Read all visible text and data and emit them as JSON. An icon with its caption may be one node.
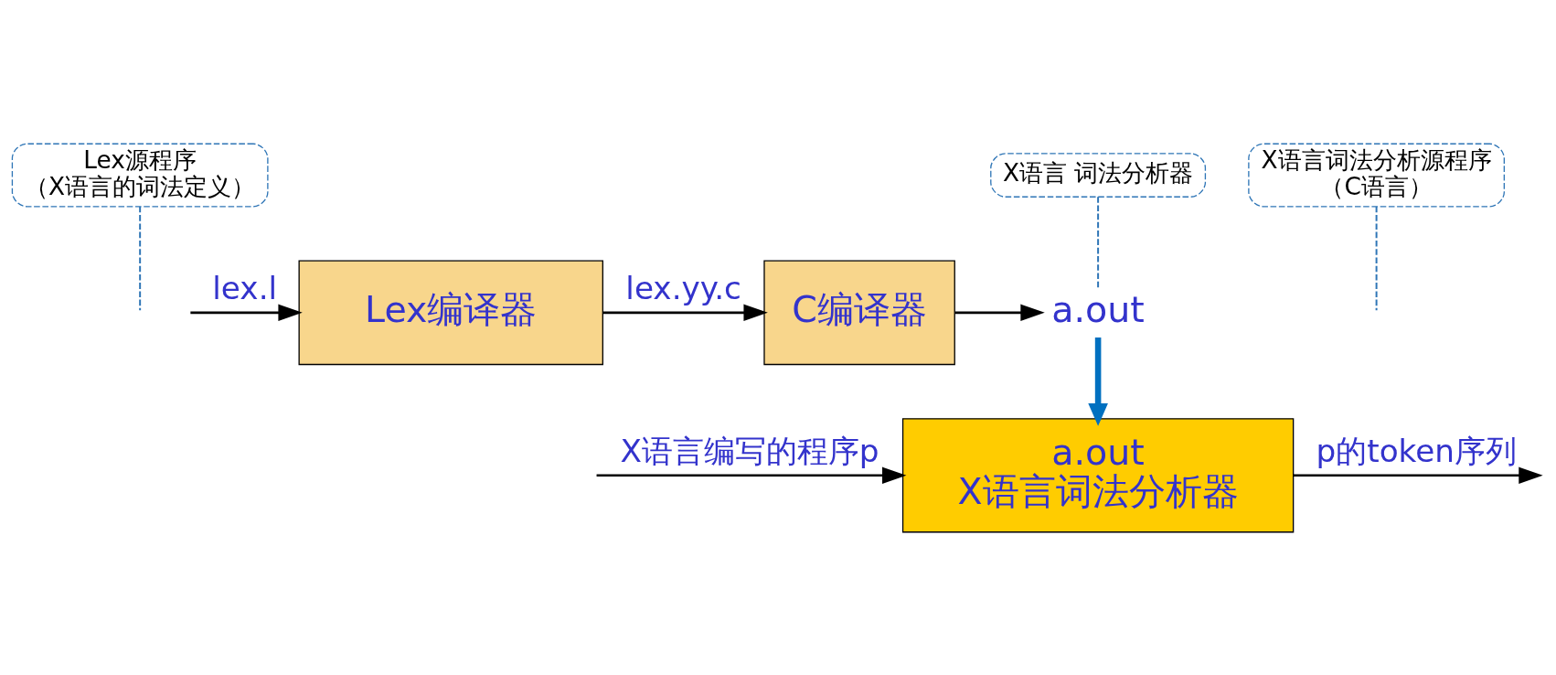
{
  "diagram": {
    "nodes": [
      {
        "text": [
          "Lex源程序",
          "（X语言的词法定义）"
        ]
      },
      {
        "text": [
          "Lex编译器"
        ]
      },
      {
        "text": [
          "X语言词法分析源程序",
          "（C语言）"
        ]
      },
      {
        "text": [
          "C编译器"
        ]
      },
      {
        "text": [
          "X语言 词法分析器"
        ]
      },
      {
        "text": [
          "a.out"
        ]
      },
      {
        "text": [
          "a.out",
          "X语言词法分析器"
        ]
      }
    ],
    "edges": [
      {
        "from": 0,
        "to": null,
        "arrow": "none",
        "style": "dashed",
        "color": "#2e75b6"
      },
      {
        "from": null,
        "to": 1,
        "arrow": "to",
        "label": "lex.l"
      },
      {
        "from": 2,
        "to": null,
        "arrow": "none",
        "style": "dashed",
        "color": "#2e75b6"
      },
      {
        "from": 1,
        "to": 3,
        "arrow": "to",
        "label": "lex.yy.c"
      },
      {
        "from": 4,
        "to": 5,
        "arrow": "none",
        "style": "dashed",
        "color": "#2e75b6"
      },
      {
        "from": 3,
        "to": 5,
        "arrow": "to"
      },
      {
        "from": 5,
        "to": 6,
        "arrow": "to",
        "style": "thick",
        "color": "#0070c0"
      },
      {
        "from": null,
        "to": 6,
        "arrow": "to",
        "label": "X语言编写的程序p"
      },
      {
        "from": 6,
        "to": null,
        "arrow": "to",
        "label": "p的token序列"
      }
    ]
  }
}
